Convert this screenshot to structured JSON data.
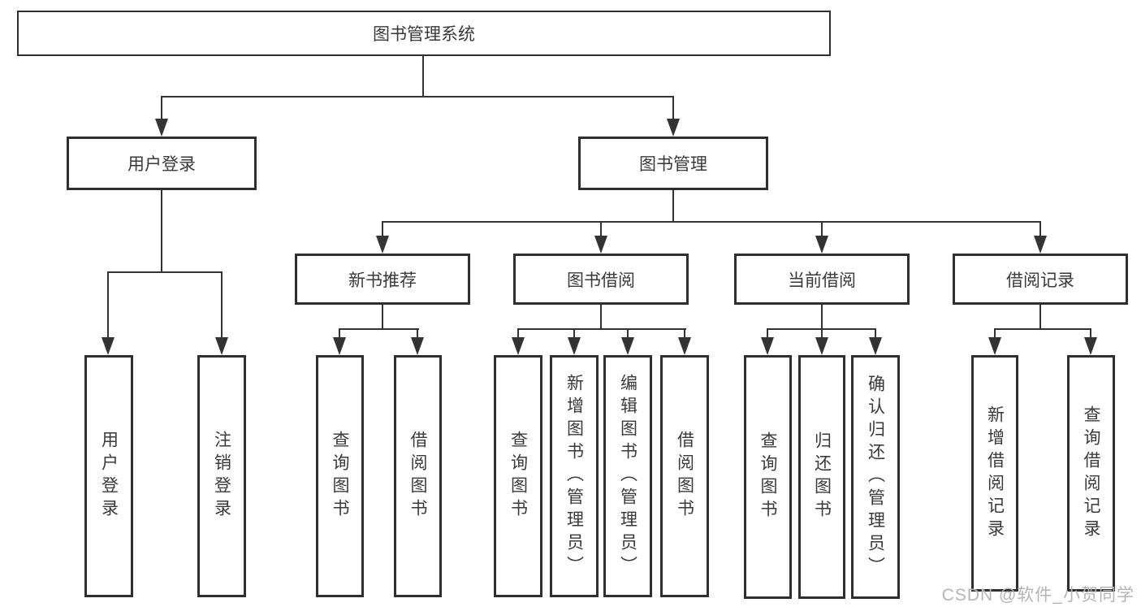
{
  "title": "图书管理系统",
  "branches": {
    "user_login": {
      "label": "用户登录",
      "children": [
        {
          "label": "用户登录"
        },
        {
          "label": "注销登录"
        }
      ]
    },
    "book_mgmt": {
      "label": "图书管理",
      "sections": [
        {
          "label": "新书推荐",
          "children": [
            {
              "label": "查询图书"
            },
            {
              "label": "借阅图书"
            }
          ]
        },
        {
          "label": "图书借阅",
          "children": [
            {
              "label": "查询图书"
            },
            {
              "label": "新增图书（管理员）"
            },
            {
              "label": "编辑图书（管理员）"
            },
            {
              "label": "借阅图书"
            }
          ]
        },
        {
          "label": "当前借阅",
          "children": [
            {
              "label": "查询图书"
            },
            {
              "label": "归还图书"
            },
            {
              "label": "确认归还（管理员）"
            }
          ]
        },
        {
          "label": "借阅记录",
          "children": [
            {
              "label": "新增借阅记录"
            },
            {
              "label": "查询借阅记录"
            }
          ]
        }
      ]
    }
  },
  "watermark": "CSDN @软件_小贺同学",
  "colors": {
    "line": "#333333",
    "box_border": "#2f2f2f",
    "text": "#3a3a3a",
    "watermark": "#b5b5b5",
    "background": "#ffffff"
  }
}
